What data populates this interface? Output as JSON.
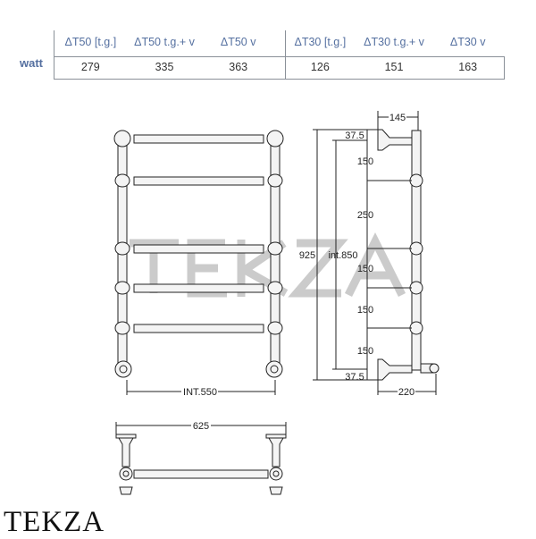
{
  "table": {
    "headers": [
      "ΔT50 [t.g.]",
      "ΔT50 t.g.+  v",
      "ΔT50 v",
      "ΔT30 [t.g.]",
      "ΔT30 t.g.+  v",
      "ΔT30 v"
    ],
    "row_label": "watt",
    "values": [
      "279",
      "335",
      "363",
      "126",
      "151",
      "163"
    ]
  },
  "drawing": {
    "front": {
      "width_label": "INT.550"
    },
    "side": {
      "depth_top": "145",
      "depth_bottom": "220",
      "offset_top": "37.5",
      "offset_bottom": "37.5",
      "spacings": [
        "150",
        "250",
        "150",
        "150",
        "150"
      ],
      "height_label": "925",
      "inner_height_label": "int.850"
    },
    "top": {
      "width_label": "625"
    },
    "watermark": "TEKZA"
  },
  "brand": "TEKZA"
}
